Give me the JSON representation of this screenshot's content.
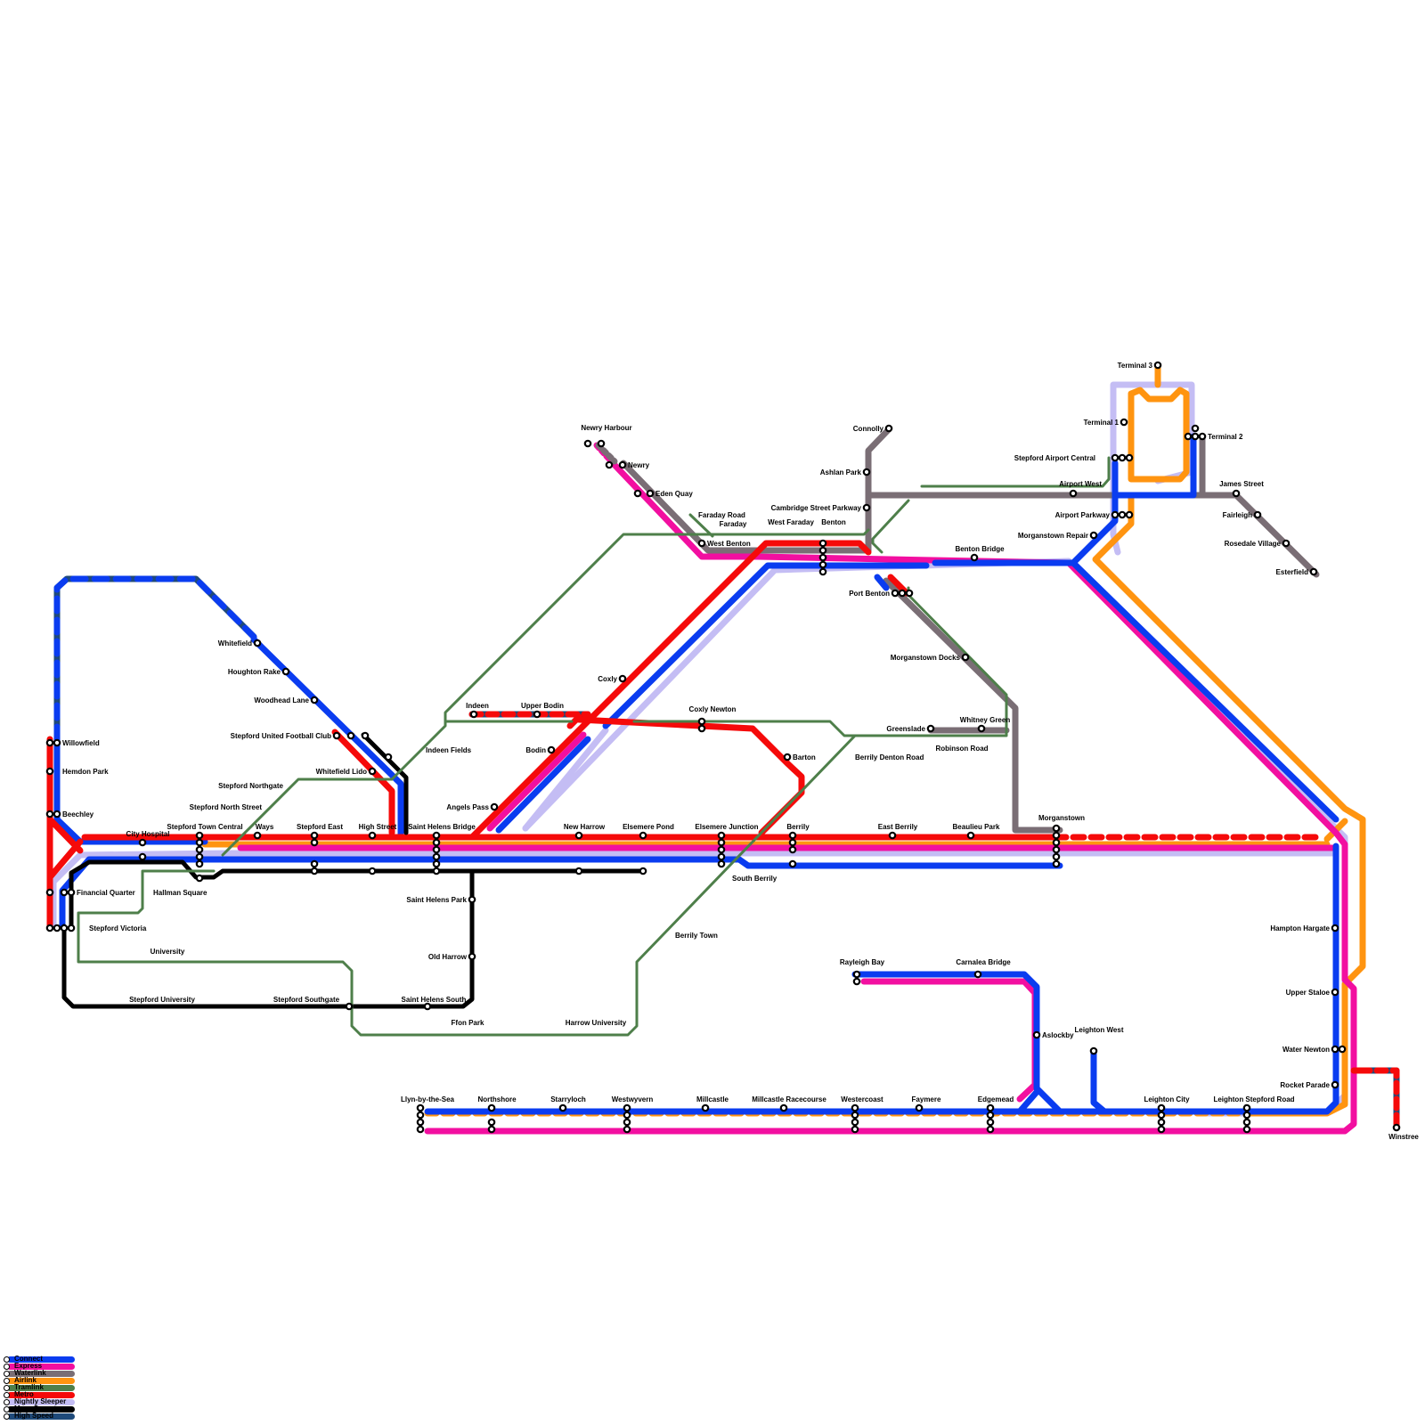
{
  "colors": {
    "connect": "#0a3cf0",
    "express": "#f20fa0",
    "waterlink": "#7a6e75",
    "airlink": "#ff9410",
    "tramlink": "#4e7f4a",
    "metro": "#f50a0a",
    "sleeper": "#c4bdf4",
    "more": "#000000",
    "highspeed": "#1f4a7a"
  },
  "legend": [
    {
      "label": "Connect",
      "color": "#0a3cf0"
    },
    {
      "label": "Express",
      "color": "#f20fa0"
    },
    {
      "label": "Waterlink",
      "color": "#7a6e75"
    },
    {
      "label": "Airlink",
      "color": "#ff9410"
    },
    {
      "label": "Tramlink",
      "color": "#4e7f4a"
    },
    {
      "label": "Metro",
      "color": "#f50a0a"
    },
    {
      "label": "Nightly Sleeper",
      "color": "#c4bdf4"
    },
    {
      "label": "More Operators",
      "color": "#000000"
    },
    {
      "label": "High Speed",
      "color": "#1f4a7a"
    }
  ],
  "stations": [
    {
      "name": "Terminal 3"
    },
    {
      "name": "Terminal 1"
    },
    {
      "name": "Terminal 2"
    },
    {
      "name": "Stepford Airport Central"
    },
    {
      "name": "Airport West"
    },
    {
      "name": "Airport Parkway"
    },
    {
      "name": "James Street"
    },
    {
      "name": "Fairleigh"
    },
    {
      "name": "Rosedale Village"
    },
    {
      "name": "Esterfield"
    },
    {
      "name": "Morganstown Repair"
    },
    {
      "name": "Connolly"
    },
    {
      "name": "Ashlan Park"
    },
    {
      "name": "Cambridge Street Parkway"
    },
    {
      "name": "Benton"
    },
    {
      "name": "West Faraday"
    },
    {
      "name": "Faraday"
    },
    {
      "name": "Faraday Road"
    },
    {
      "name": "West Benton"
    },
    {
      "name": "Eden Quay"
    },
    {
      "name": "Newry"
    },
    {
      "name": "Newry Harbour"
    },
    {
      "name": "Benton Bridge"
    },
    {
      "name": "Port Benton"
    },
    {
      "name": "Morganstown Docks"
    },
    {
      "name": "Greenslade"
    },
    {
      "name": "Whitney Green"
    },
    {
      "name": "Robinson Road"
    },
    {
      "name": "Berrily Denton Road"
    },
    {
      "name": "Coxly Newton"
    },
    {
      "name": "Barton"
    },
    {
      "name": "Coxly"
    },
    {
      "name": "Indeen"
    },
    {
      "name": "Upper Bodin"
    },
    {
      "name": "Indeen Fields"
    },
    {
      "name": "Bodin"
    },
    {
      "name": "Angels Pass"
    },
    {
      "name": "Whitefield"
    },
    {
      "name": "Houghton Rake"
    },
    {
      "name": "Woodhead Lane"
    },
    {
      "name": "Stepford United Football Club"
    },
    {
      "name": "Whitefield Lido"
    },
    {
      "name": "Stepford Northgate"
    },
    {
      "name": "Stepford North Street"
    },
    {
      "name": "Willowfield"
    },
    {
      "name": "Hemdon Park"
    },
    {
      "name": "Beechley"
    },
    {
      "name": "City Hospital"
    },
    {
      "name": "Stepford Town Central"
    },
    {
      "name": "Ways"
    },
    {
      "name": "Stepford East"
    },
    {
      "name": "High Street"
    },
    {
      "name": "Saint Helens Bridge"
    },
    {
      "name": "New Harrow"
    },
    {
      "name": "Elsemere Pond"
    },
    {
      "name": "Elsemere Junction"
    },
    {
      "name": "Berrily"
    },
    {
      "name": "East Berrily"
    },
    {
      "name": "Beaulieu Park"
    },
    {
      "name": "Morganstown"
    },
    {
      "name": "Financial Quarter"
    },
    {
      "name": "Hallman Square"
    },
    {
      "name": "Stepford Victoria"
    },
    {
      "name": "Saint Helens Park"
    },
    {
      "name": "South Berrily"
    },
    {
      "name": "Old Harrow"
    },
    {
      "name": "Berrily Town"
    },
    {
      "name": "University"
    },
    {
      "name": "Stepford University"
    },
    {
      "name": "Stepford Southgate"
    },
    {
      "name": "Saint Helens South"
    },
    {
      "name": "Ffon Park"
    },
    {
      "name": "Harrow University"
    },
    {
      "name": "Hampton Hargate"
    },
    {
      "name": "Upper Staloe"
    },
    {
      "name": "Water Newton"
    },
    {
      "name": "Rocket Parade"
    },
    {
      "name": "Winstree"
    },
    {
      "name": "Rayleigh Bay"
    },
    {
      "name": "Carnalea Bridge"
    },
    {
      "name": "Aslockby"
    },
    {
      "name": "Leighton West"
    },
    {
      "name": "Llyn-by-the-Sea"
    },
    {
      "name": "Northshore"
    },
    {
      "name": "Starryloch"
    },
    {
      "name": "Westwyvern"
    },
    {
      "name": "Millcastle"
    },
    {
      "name": "Millcastle Racecourse"
    },
    {
      "name": "Westercoast"
    },
    {
      "name": "Faymere"
    },
    {
      "name": "Edgemead"
    },
    {
      "name": "Leighton City"
    },
    {
      "name": "Leighton Stepford Road"
    }
  ]
}
